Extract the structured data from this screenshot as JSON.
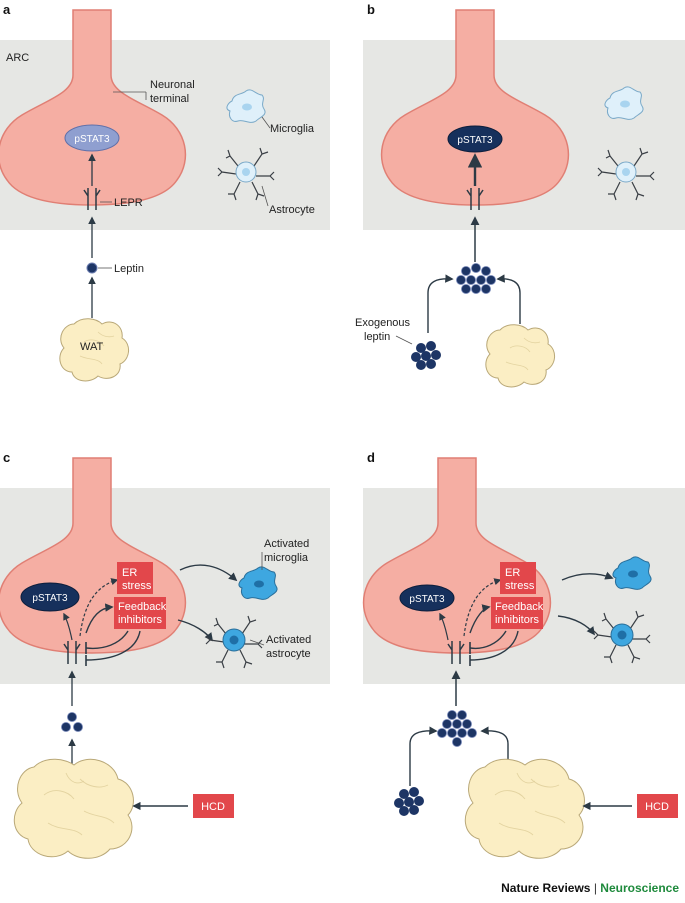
{
  "panels": {
    "a": {
      "letter": "a",
      "region": "ARC",
      "labels": {
        "neuronal_terminal_1": "Neuronal",
        "neuronal_terminal_2": "terminal",
        "microglia": "Microglia",
        "pstat3": "pSTAT3",
        "lepr": "LEPR",
        "astrocyte": "Astrocyte",
        "leptin": "Leptin",
        "wat": "WAT"
      }
    },
    "b": {
      "letter": "b",
      "labels": {
        "pstat3": "pSTAT3",
        "exogenous_1": "Exogenous",
        "exogenous_2": "leptin"
      }
    },
    "c": {
      "letter": "c",
      "labels": {
        "pstat3": "pSTAT3",
        "er_stress_1": "ER",
        "er_stress_2": "stress",
        "feedback_1": "Feedback",
        "feedback_2": "inhibitors",
        "activated_microglia_1": "Activated",
        "activated_microglia_2": "microglia",
        "activated_astrocyte_1": "Activated",
        "activated_astrocyte_2": "astrocyte",
        "hcd": "HCD"
      }
    },
    "d": {
      "letter": "d",
      "labels": {
        "pstat3": "pSTAT3",
        "er_stress_1": "ER",
        "er_stress_2": "stress",
        "feedback_1": "Feedback",
        "feedback_2": "inhibitors",
        "hcd": "HCD"
      }
    }
  },
  "footer": {
    "journal_prefix": "Nature Reviews",
    "separator": "|",
    "journal_name": "Neuroscience"
  },
  "colors": {
    "region_bg": "#e6e7e4",
    "neuron_fill": "#f5aea3",
    "neuron_stroke": "#e07f74",
    "pstat3_light": "#8f9fd0",
    "pstat3_dark": "#16305c",
    "leptin_dot": "#1d3565",
    "red_box": "#e2474b",
    "glia_rest": "#dff0fa",
    "glia_active": "#3ea7e0",
    "fat_fill": "#fbeec4",
    "arrow": "#2c3a45"
  }
}
